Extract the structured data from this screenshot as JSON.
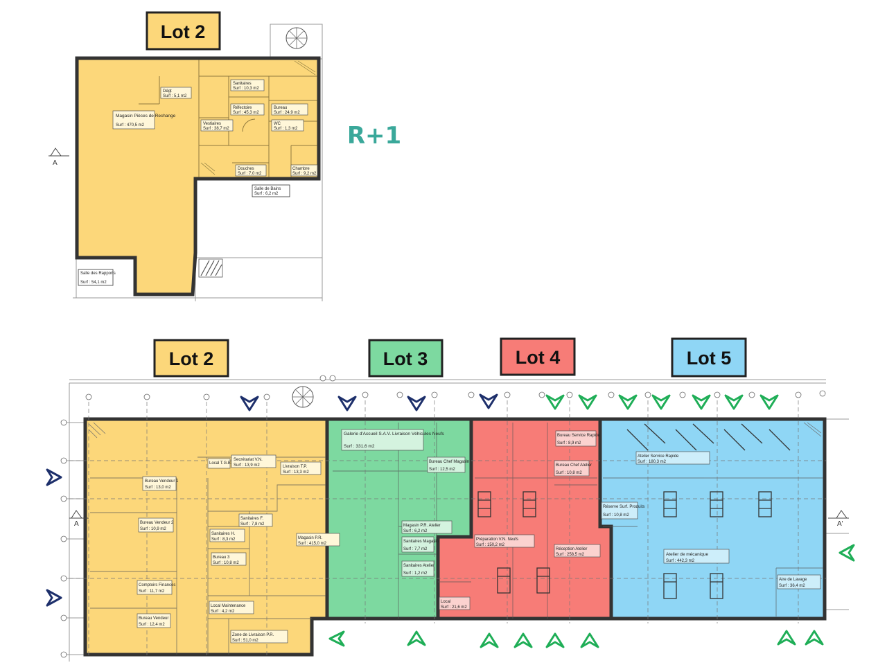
{
  "title_floor": "R+1",
  "colors": {
    "lot2": "#fcd77a",
    "lot3": "#7dd9a0",
    "lot4": "#f77c77",
    "lot5": "#8fd6f5",
    "outline": "#333333",
    "accent_text": "#3aa89a",
    "arrow_navy": "#1d2f6b",
    "arrow_green": "#1fae57"
  },
  "upper_plan": {
    "lot_label": "Lot 2",
    "section_marker": "A",
    "rooms": [
      {
        "name": "Magasin Pièces de Rechange",
        "area": "Surf : 470,5 m2"
      },
      {
        "name": "Dégt",
        "area": "Surf : 5,1 m2"
      },
      {
        "name": "Sanitaires",
        "area": "Surf : 10,3 m2"
      },
      {
        "name": "Réfectoire",
        "area": "Surf : 45,3 m2"
      },
      {
        "name": "Bureau",
        "area": "Surf : 24,9 m2"
      },
      {
        "name": "Vestiaires",
        "area": "Surf : 38,7 m2"
      },
      {
        "name": "WC",
        "area": "Surf : 1,3 m2"
      },
      {
        "name": "Douches",
        "area": "Surf : 7,0 m2"
      },
      {
        "name": "Chambre",
        "area": "Surf : 9,2 m2"
      },
      {
        "name": "Salle de Bains",
        "area": "Surf : 6,2 m2"
      },
      {
        "name": "Salle des Rapports",
        "area": "Surf : 54,1 m2"
      }
    ]
  },
  "lower_plan": {
    "section_marker_left": "A",
    "section_marker_right": "A'",
    "lots": [
      {
        "label": "Lot 2"
      },
      {
        "label": "Lot 3"
      },
      {
        "label": "Lot 4"
      },
      {
        "label": "Lot 5"
      }
    ],
    "rooms": [
      {
        "name": "Bureau Vendeur 1",
        "area": "Surf : 13,0 m2"
      },
      {
        "name": "Local T.G.B.T",
        "area": ""
      },
      {
        "name": "Secrétariat V.N.",
        "area": "Surf : 13,9 m2"
      },
      {
        "name": "Livraison T.P.",
        "area": "Surf : 13,3 m2"
      },
      {
        "name": "Bureau Vendeur 2",
        "area": "Surf : 10,9 m2"
      },
      {
        "name": "Sanitaires F.",
        "area": "Surf : 7,8 m2"
      },
      {
        "name": "Sanitaires H.",
        "area": "Surf : 8,3 m2"
      },
      {
        "name": "Bureau 3",
        "area": "Surf : 10,8 m2"
      },
      {
        "name": "Comptoirs Finances",
        "area": "Surf : 11,7 m2"
      },
      {
        "name": "Bureau Vendeur",
        "area": "Surf : 12,4 m2"
      },
      {
        "name": "Local Maintenance",
        "area": "Surf : 4,2 m2"
      },
      {
        "name": "Zone de Livraison P.R.",
        "area": "Surf : 51,0 m2"
      },
      {
        "name": "Magasin P.R.",
        "area": "Surf : 415,0 m2"
      },
      {
        "name": "Galerie d'Accueil S.A.V. Livraison Véhicules Neufs",
        "area": "Surf : 331,6 m2"
      },
      {
        "name": "Bureau Chef Magasin",
        "area": "Surf : 12,5 m2"
      },
      {
        "name": "Magasin P.R. Atelier",
        "area": "Surf : 6,2 m2"
      },
      {
        "name": "Sanitaires Magasin",
        "area": "Surf : 7,7 m2"
      },
      {
        "name": "Sanitaires Atelier",
        "area": "Surf : 1,2 m2"
      },
      {
        "name": "Bureau Service Rapide",
        "area": "Surf : 8,9 m2"
      },
      {
        "name": "Bureau Chef Atelier",
        "area": "Surf : 10,8 m2"
      },
      {
        "name": "Préparation V.N. Neufs",
        "area": "Surf : 150,2 m2"
      },
      {
        "name": "Réception Atelier",
        "area": "Surf : 258,5 m2"
      },
      {
        "name": "Local",
        "area": "Surf : 21,6 m2"
      },
      {
        "name": "Atelier Service Rapide",
        "area": "Surf : 180,3 m2"
      },
      {
        "name": "Réserve Surf. Produits",
        "area": "Surf : 10,8 m2"
      },
      {
        "name": "Atelier de mécanique",
        "area": "Surf : 442,3 m2"
      },
      {
        "name": "Aire de Lavage",
        "area": "Surf : 36,4 m2"
      }
    ]
  }
}
